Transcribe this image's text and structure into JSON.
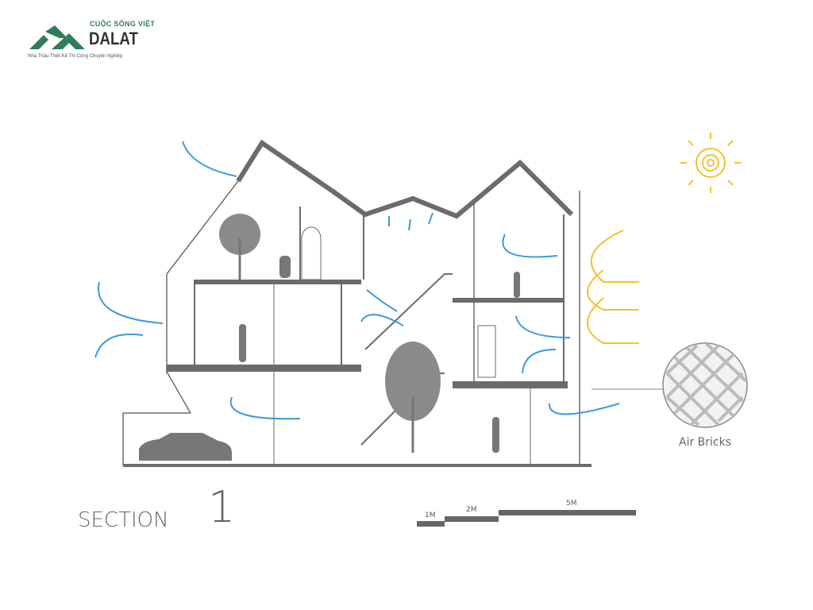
{
  "logo": {
    "tagline_top": "CUỘC SỐNG VIỆT",
    "brand": "DALAT",
    "subtitle": "Nhà Thầu Thiết Kế Thi Công Chuyên Nghiệp"
  },
  "drawing": {
    "title": "SECTION",
    "number": "1",
    "legend_label": "Air Bricks"
  },
  "scale_bar": {
    "labels": [
      "1M",
      "2M",
      "5M"
    ]
  },
  "colors": {
    "wind": "#3a9bd5",
    "sun": "#f2c12e",
    "structure": "#6b6b6b",
    "brand": "#2e7d5b"
  }
}
